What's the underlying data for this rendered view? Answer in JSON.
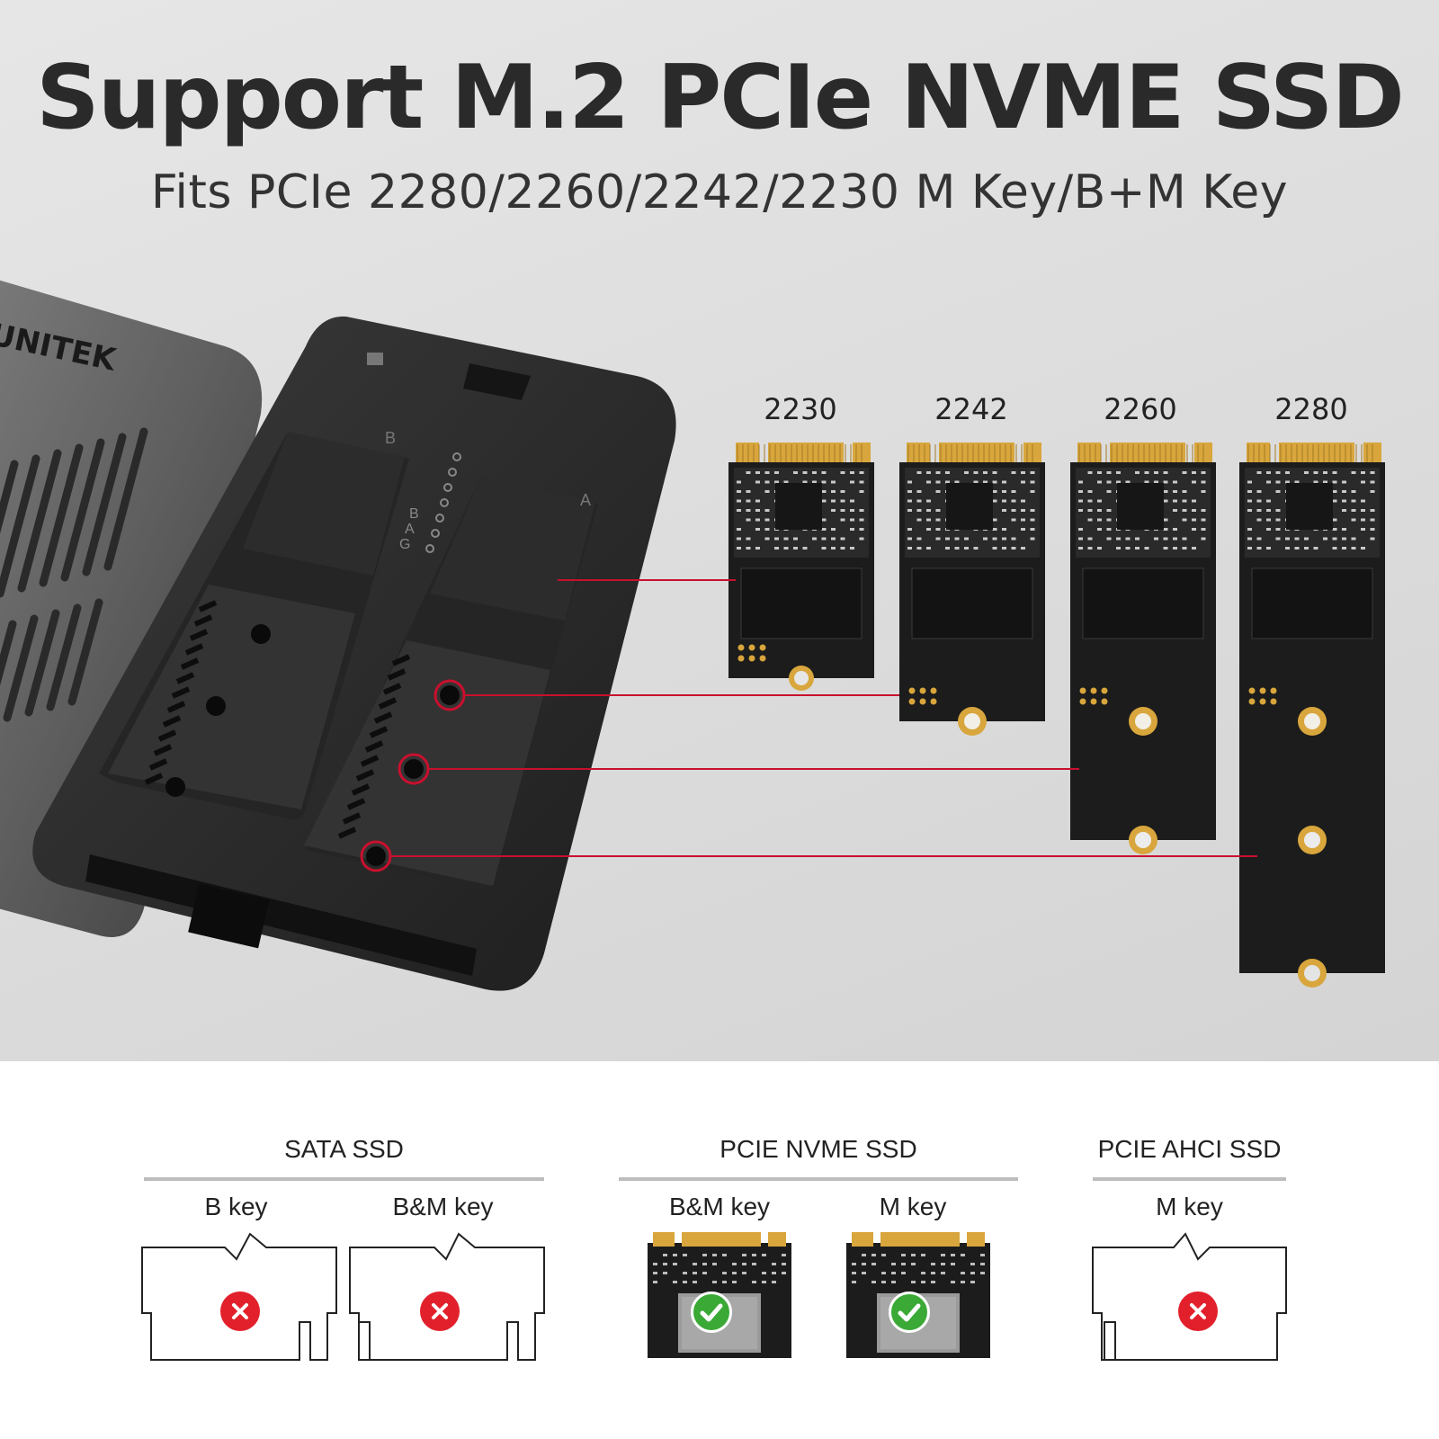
{
  "header": {
    "title": "Support M.2 PCIe NVME SSD",
    "subtitle": "Fits PCIe 2280/2260/2242/2230 M Key/B+M Key"
  },
  "enclosure": {
    "brand": "UNITEK",
    "slot_b_label": "B",
    "slot_a_label": "A",
    "led_labels": [
      "B",
      "A",
      "G"
    ]
  },
  "ssd_sizes": [
    {
      "label": "2230"
    },
    {
      "label": "2242"
    },
    {
      "label": "2260"
    },
    {
      "label": "2280"
    }
  ],
  "compatibility": [
    {
      "title": "SATA SSD",
      "keys": [
        {
          "label": "B key",
          "supported": false
        },
        {
          "label": "B&M key",
          "supported": false
        }
      ]
    },
    {
      "title": "PCIE NVME SSD",
      "keys": [
        {
          "label": "B&M key",
          "supported": true
        },
        {
          "label": "M key",
          "supported": true
        }
      ]
    },
    {
      "title": "PCIE AHCI SSD",
      "keys": [
        {
          "label": "M key",
          "supported": false
        }
      ]
    }
  ],
  "colors": {
    "accent_line": "#c8102e",
    "supported": "#3aa935",
    "unsupported": "#e2202b",
    "pcb": "#1c1c1c",
    "gold": "#d8a63c"
  }
}
